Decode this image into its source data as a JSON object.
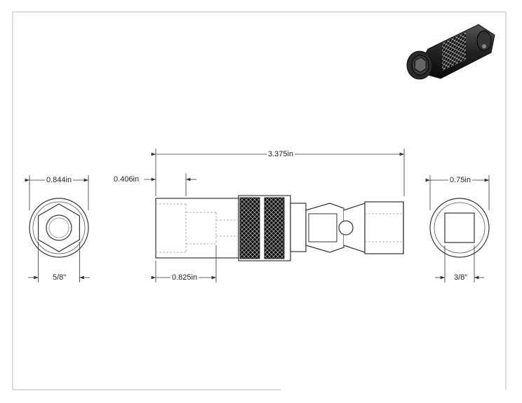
{
  "dimensions": {
    "overall_length": "3.375in",
    "hex_end_offset": "0.406in",
    "left_outer_diameter": "0.844in",
    "left_hex_size": "5/8\"",
    "socket_depth": "0.825in",
    "right_outer_diameter": "0.75in",
    "right_square_drive": "3/8\""
  },
  "colors": {
    "line": "#333333",
    "hidden": "#9a9a9a",
    "knurl": "#111111",
    "frame": "#c8c8c8"
  }
}
